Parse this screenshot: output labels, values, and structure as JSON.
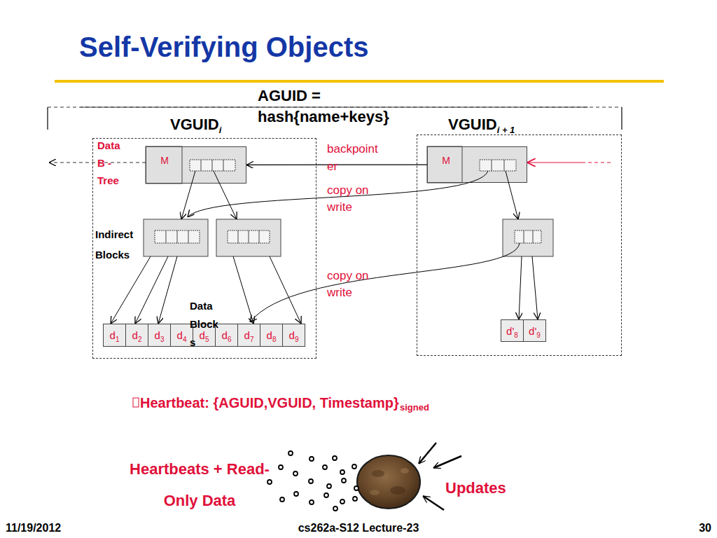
{
  "diagram": {
    "title": "Self-Verifying Objects",
    "nodes": [
      {
        "text": [
          "VGUID",
          "i"
        ]
      },
      {
        "text": [
          "M"
        ],
        "in": 0
      },
      {
        "text": [
          "d",
          "1"
        ],
        "in": 0
      },
      {
        "text": [
          "d",
          "2"
        ],
        "in": 0
      },
      {
        "text": [
          "d",
          "3"
        ],
        "in": 0
      },
      {
        "text": [
          "d",
          "4"
        ],
        "in": 0
      },
      {
        "text": [
          "d",
          "5"
        ],
        "in": 0
      },
      {
        "text": [
          "d",
          "6"
        ],
        "in": 0
      },
      {
        "text": [
          "d",
          "7"
        ],
        "in": 0
      },
      {
        "text": [
          "d",
          "8"
        ],
        "in": 0
      },
      {
        "text": [
          "d",
          "9"
        ],
        "in": 0
      },
      {
        "text": [
          "VGUID",
          "i + 1"
        ]
      },
      {
        "text": [
          "M"
        ],
        "in": 11
      },
      {
        "text": [
          "d'",
          "8"
        ],
        "in": 11
      },
      {
        "text": [
          "d'",
          "9"
        ],
        "in": 11
      }
    ],
    "edges": [
      {
        "from": 12,
        "to": 1,
        "arrow": "to",
        "label": "backpoint er"
      }
    ],
    "labels": [
      "AGUID = hash{name+keys}",
      "Data B - Tree",
      "copy on write",
      "Indirect Blocks",
      "copy on write",
      "Data Block s",
      "Heartbeat: {AGUID,VGUID, Timestamp}",
      "signed",
      "Heartbeats + Read-Only Data",
      "Updates",
      "11/19/2012",
      "cs262a-S12 Lecture-23",
      "30"
    ]
  }
}
